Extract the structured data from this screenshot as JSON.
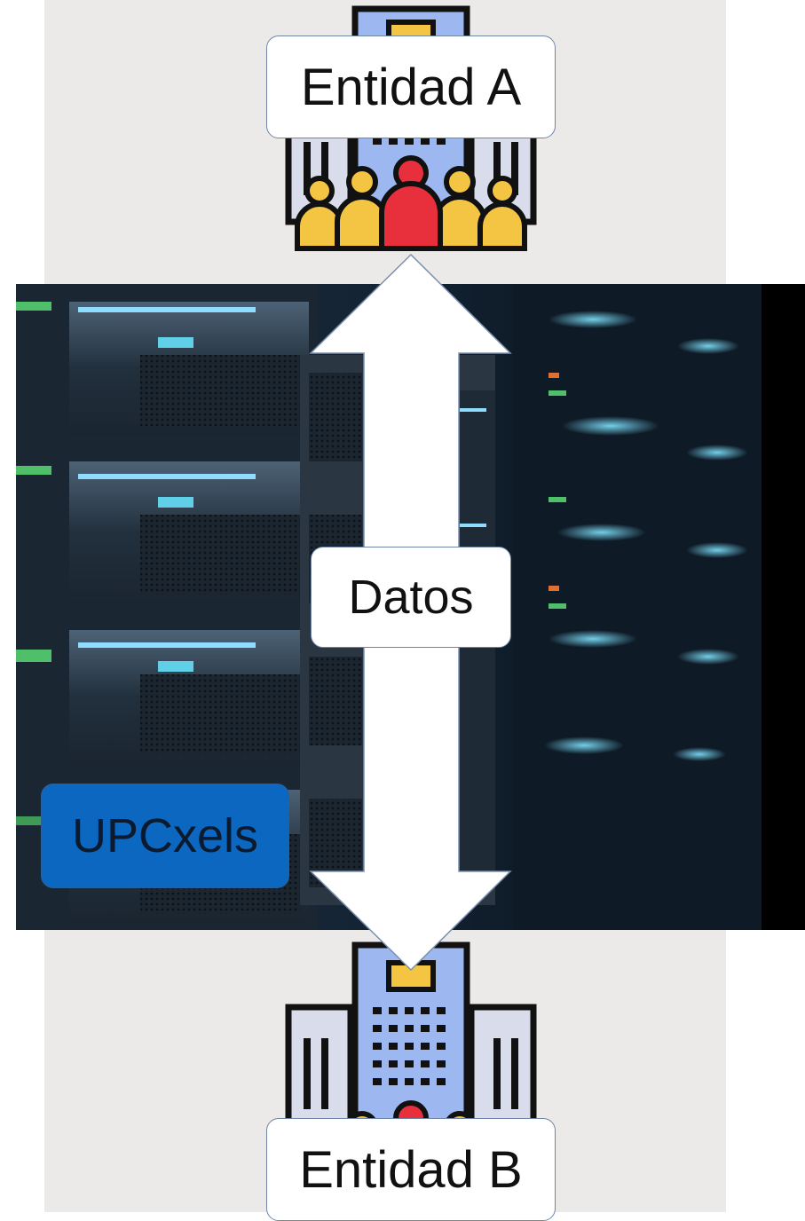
{
  "entities": {
    "top_label": "Entidad A",
    "bottom_label": "Entidad B"
  },
  "flow": {
    "label": "Datos"
  },
  "platform": {
    "label": "UPCxels"
  },
  "colors": {
    "panel_bg": "#eceae8",
    "upc_blue": "#0b67c0",
    "building_blue": "#9db8f0",
    "people_yellow": "#f4c542",
    "people_red": "#e8303c"
  },
  "icons": {
    "top": "building-with-people-icon",
    "bottom": "building-with-people-icon",
    "photo": "server-rack-photo"
  }
}
